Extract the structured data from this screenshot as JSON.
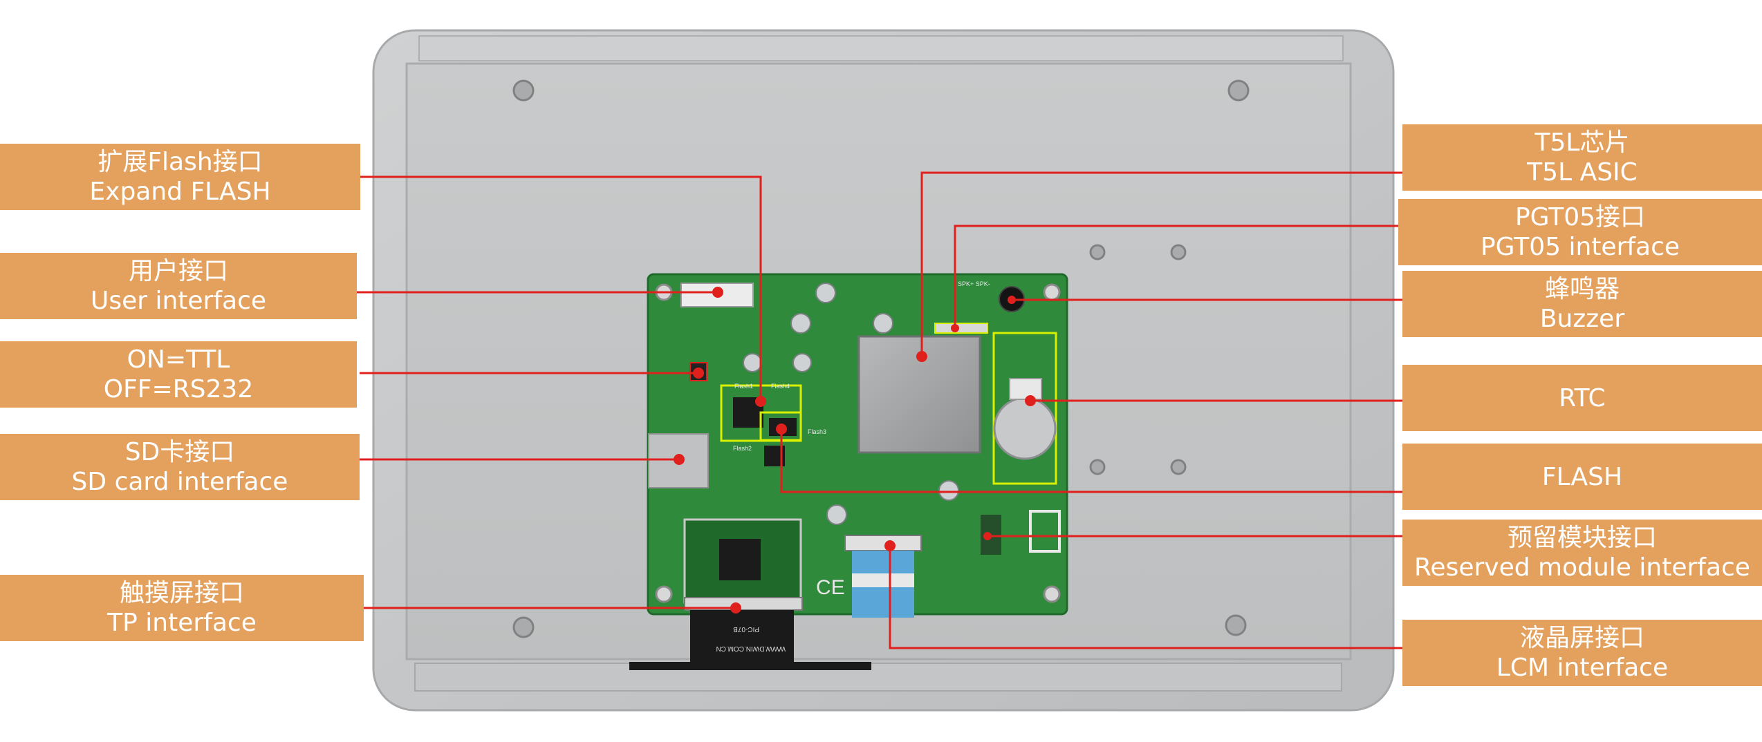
{
  "callouts": {
    "expand_flash": {
      "cn": "扩展Flash接口",
      "en": "Expand FLASH"
    },
    "user_interface": {
      "cn": "用户接口",
      "en": "User interface"
    },
    "ttl_switch": {
      "cn": "ON=TTL",
      "en": "OFF=RS232"
    },
    "sd_card": {
      "cn": "SD卡接口",
      "en": "SD card interface"
    },
    "tp_interface": {
      "cn": "触摸屏接口",
      "en": "TP interface"
    },
    "t5l_chip": {
      "cn": "T5L芯片",
      "en": "T5L ASIC"
    },
    "pgt05": {
      "cn": "PGT05接口",
      "en": "PGT05 interface"
    },
    "buzzer": {
      "cn": "蜂鸣器",
      "en": "Buzzer"
    },
    "rtc": {
      "cn": "RTC"
    },
    "flash": {
      "cn": "FLASH"
    },
    "reserved_module": {
      "cn": "预留模块接口",
      "en": "Reserved module interface"
    },
    "lcm_interface": {
      "cn": "液晶屏接口",
      "en": "LCM interface"
    }
  },
  "board_marks": {
    "ce": "CE",
    "spk": "SPK+ SPK-",
    "flash1": "Flash1",
    "flash2": "Flash2",
    "flash3": "Flash3",
    "flash4": "Flash4",
    "fpc_text": "WWW.DWIN.COM.CN",
    "board_id": "PIC-07B"
  },
  "colors": {
    "callout_bg": "#e4a15e",
    "leader_line": "#e0201c",
    "pcb": "#2f8a3c",
    "highlight": "#d8f000",
    "housing": "#c9cbcc"
  }
}
